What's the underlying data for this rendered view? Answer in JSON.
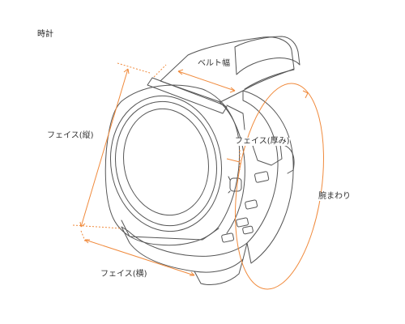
{
  "title": "時計",
  "labels": {
    "band_width": "ベルト幅",
    "face_vertical": "フェイス(縦)",
    "face_thickness": "フェイス(厚み)",
    "wrist": "腕まわり",
    "face_horizontal": "フェイス(横)"
  },
  "colors": {
    "line": "#555555",
    "accent": "#f08a3c"
  }
}
